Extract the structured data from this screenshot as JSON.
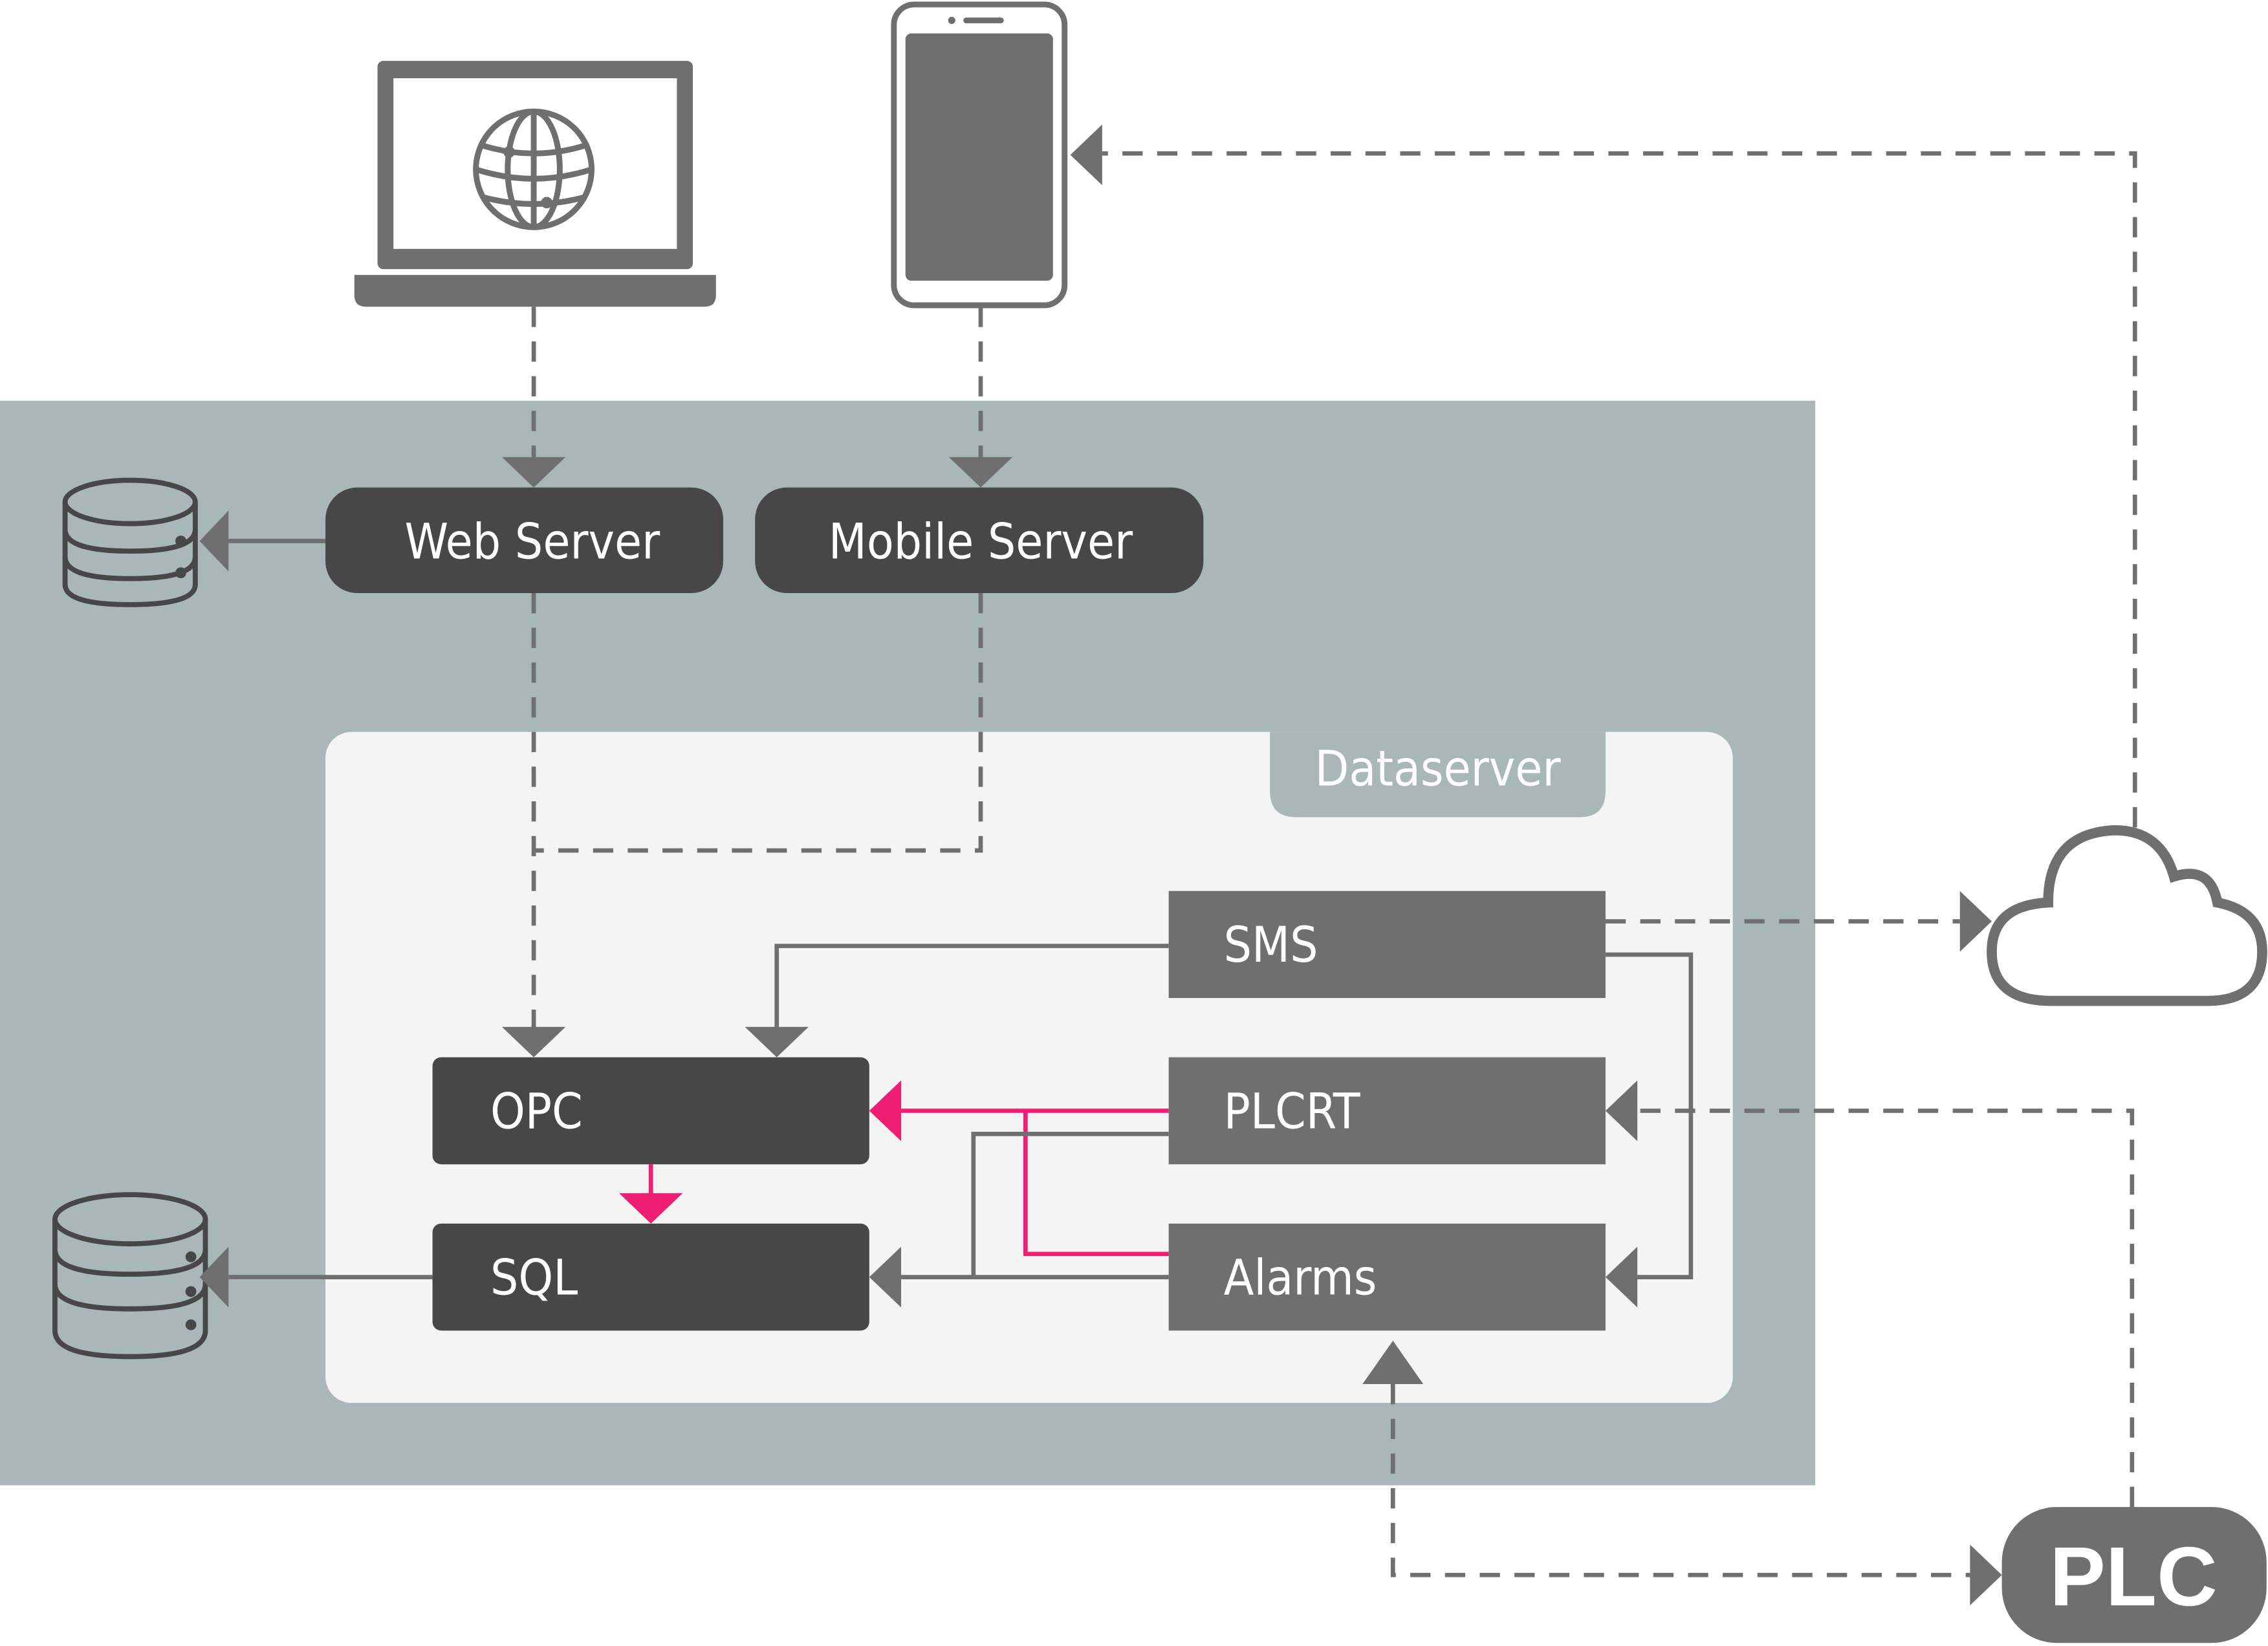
{
  "diagram": {
    "colors": {
      "outer_panel": "#a9b7b7",
      "inner_panel": "#f4f4f4",
      "dark_node": "#474747",
      "mid_node": "#6f6f6f",
      "line": "#6f6f6f",
      "highlight": "#ee1e72",
      "text": "#ffffff"
    },
    "clients": {
      "laptop": {
        "icon": "laptop-globe-icon"
      },
      "phone": {
        "icon": "smartphone-icon"
      }
    },
    "servers": {
      "web_server": "Web Server",
      "mobile_server": "Mobile Server"
    },
    "dataserver": {
      "title": "Dataserver",
      "modules": {
        "opc": "OPC",
        "sql": "SQL",
        "sms": "SMS",
        "plcrt": "PLCRT",
        "alarms": "Alarms"
      }
    },
    "external": {
      "cloud": {
        "icon": "cloud-icon"
      },
      "plc": "PLC"
    },
    "databases": [
      {
        "icon": "database-icon",
        "connected_to": "Web Server"
      },
      {
        "icon": "database-icon",
        "connected_to": "SQL"
      }
    ]
  }
}
